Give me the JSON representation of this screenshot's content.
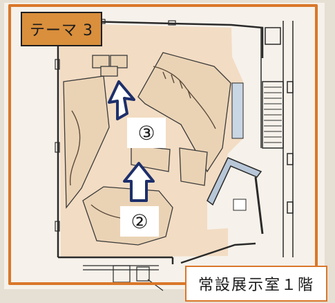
{
  "theme_label": "テーマ 3",
  "stops": {
    "stop_3": "③",
    "stop_2": "②"
  },
  "room_name": "常設展示室１階",
  "colors": {
    "frame": "#d9772a",
    "badge": "#d98f3c",
    "highlight": "#f2dcc3",
    "arrow_fill": "#ffffff",
    "arrow_stroke": "#1d2f6b",
    "wall": "#2a2a2a"
  },
  "icons": [
    "arrow-up-icon",
    "arrow-up-icon"
  ]
}
